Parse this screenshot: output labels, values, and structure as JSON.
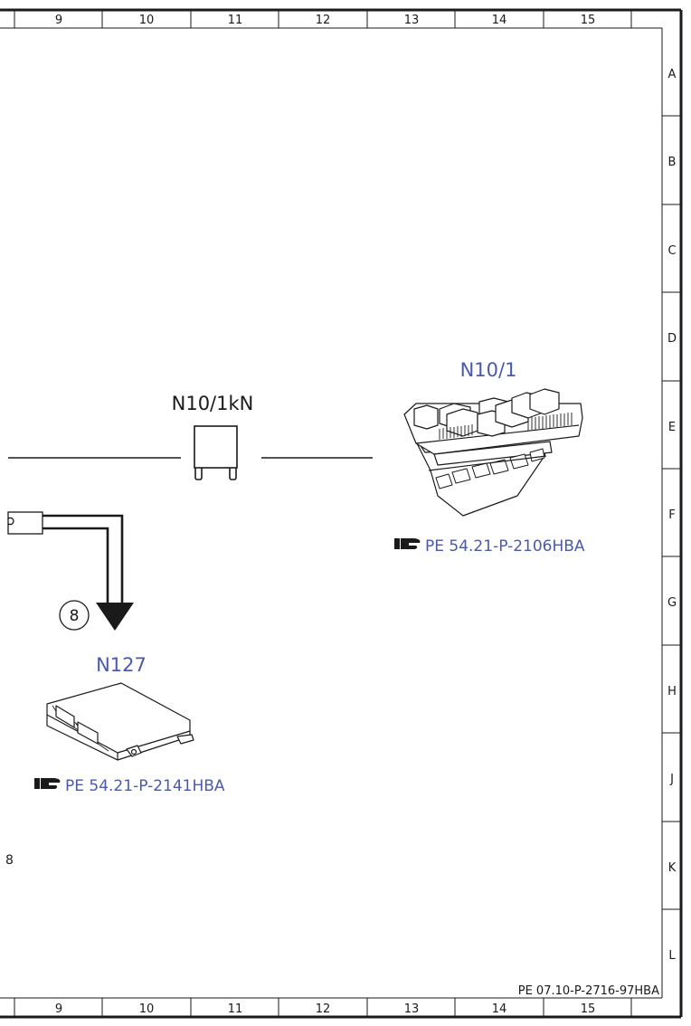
{
  "grid": {
    "columns": [
      "9",
      "10",
      "11",
      "12",
      "13",
      "14",
      "15"
    ],
    "rows": [
      "A",
      "B",
      "C",
      "D",
      "E",
      "F",
      "G",
      "H",
      "J",
      "K",
      "L"
    ]
  },
  "components": {
    "fuse_box": {
      "label": "N10/1",
      "reference": "PE 54.21-P-2106HBA"
    },
    "relay": {
      "label": "N10/1kN"
    },
    "control_unit": {
      "label": "N127",
      "reference": "PE 54.21-P-2141HBA"
    }
  },
  "connection_marker": "8",
  "document_code": "PE 07.10-P-2716-97HBA",
  "edge_fragment_text": "8",
  "colors": {
    "label_blue": "#4a5aa8",
    "line": "#1a1a1a"
  },
  "icons": {
    "reference": "pointing-hand-icon"
  }
}
